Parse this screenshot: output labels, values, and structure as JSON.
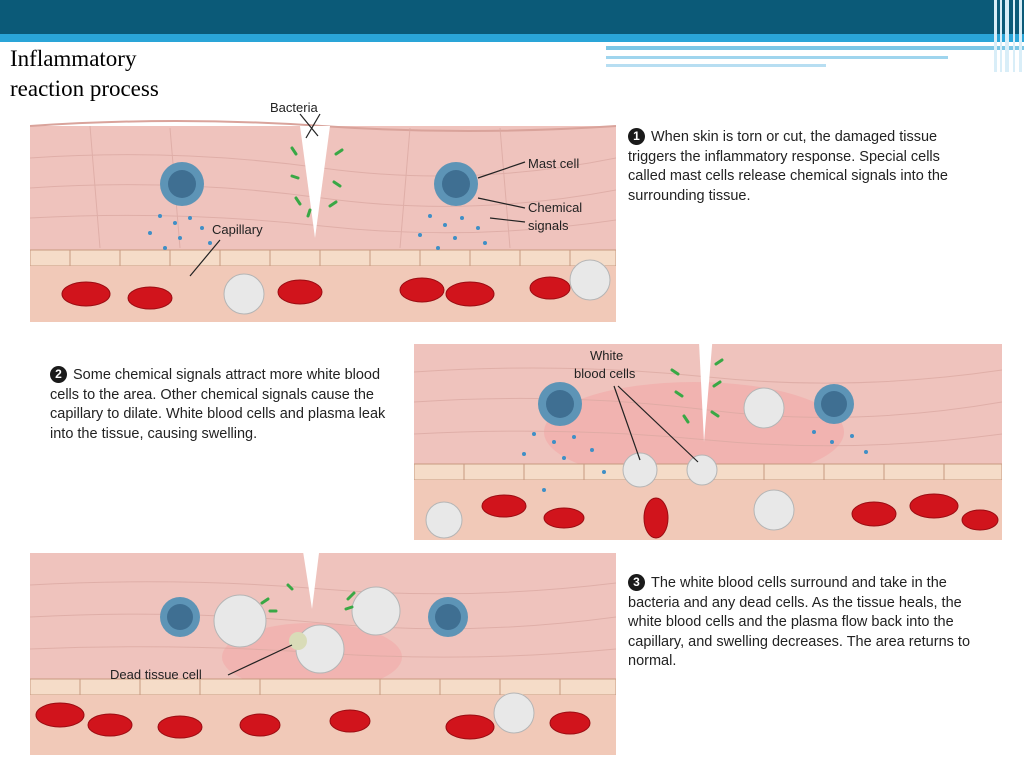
{
  "slide": {
    "title_line1": "Inflammatory",
    "title_line2": "reaction process"
  },
  "colors": {
    "header_dark": "#0b5a78",
    "header_light": "#2aa5d8",
    "tissue": "#efc3bd",
    "blood_cell": "#d1141c"
  },
  "panels": [
    {
      "step": "1",
      "labels": {
        "bacteria": "Bacteria",
        "mast_cell": "Mast cell",
        "chemical_signals_1": "Chemical",
        "chemical_signals_2": "signals",
        "capillary": "Capillary"
      },
      "caption": "When skin is torn or cut, the damaged tissue triggers the inflammatory response. Special cells called mast cells release chemical signals into the surrounding tissue."
    },
    {
      "step": "2",
      "labels": {
        "white_blood_cells_1": "White",
        "white_blood_cells_2": "blood cells"
      },
      "caption": "Some chemical signals attract more white blood cells to the area. Other chemical signals cause the capillary to dilate. White blood cells and plasma leak into the tissue, causing swelling."
    },
    {
      "step": "3",
      "labels": {
        "dead_tissue_cell": "Dead tissue cell"
      },
      "caption": "The white blood cells surround and take in the bacteria and any dead cells. As the tissue heals, the white blood cells and the plasma flow back into the capillary, and swelling decreases. The area returns to normal."
    }
  ]
}
